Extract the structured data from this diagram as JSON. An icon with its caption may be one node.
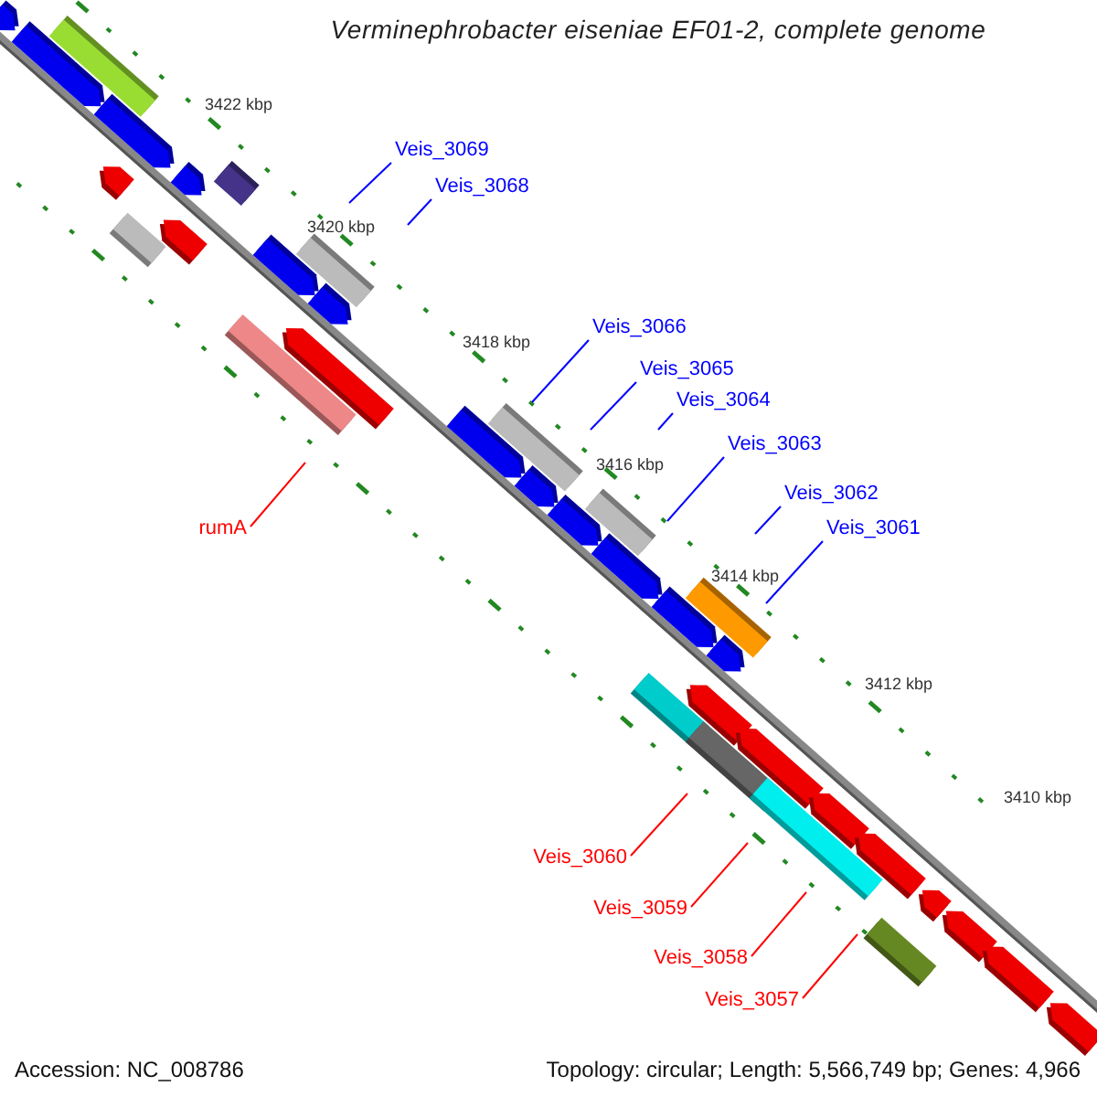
{
  "diagram": {
    "title": "Verminephrobacter eiseniae EF01-2, complete genome",
    "nodes": [
      {
        "text": [
          "Veis_3069"
        ]
      },
      {
        "text": [
          "Veis_3068"
        ]
      },
      {
        "text": [
          "Veis_3066"
        ]
      },
      {
        "text": [
          "Veis_3065"
        ]
      },
      {
        "text": [
          "Veis_3064"
        ]
      },
      {
        "text": [
          "Veis_3063"
        ]
      },
      {
        "text": [
          "Veis_3062"
        ]
      },
      {
        "text": [
          "Veis_3061"
        ]
      },
      {
        "text": [
          "rumA"
        ]
      },
      {
        "text": [
          "Veis_3060"
        ]
      },
      {
        "text": [
          "Veis_3059"
        ]
      },
      {
        "text": [
          "Veis_3058"
        ]
      },
      {
        "text": [
          "Veis_3057"
        ]
      }
    ],
    "edges": [
      {
        "from": 0,
        "to": null,
        "arrow": "none"
      },
      {
        "from": 1,
        "to": null,
        "arrow": "none"
      },
      {
        "from": 2,
        "to": null,
        "arrow": "none"
      },
      {
        "from": 3,
        "to": null,
        "arrow": "none"
      },
      {
        "from": 4,
        "to": null,
        "arrow": "none"
      },
      {
        "from": 5,
        "to": null,
        "arrow": "none"
      },
      {
        "from": 6,
        "to": null,
        "arrow": "none"
      },
      {
        "from": 7,
        "to": null,
        "arrow": "none"
      },
      {
        "from": 8,
        "to": null,
        "arrow": "none",
        "color": "#ff0000"
      },
      {
        "from": 9,
        "to": null,
        "arrow": "none",
        "color": "#ff0000"
      },
      {
        "from": 10,
        "to": null,
        "arrow": "none",
        "color": "#ff0000"
      },
      {
        "from": 11,
        "to": null,
        "arrow": "none",
        "color": "#ff0000"
      },
      {
        "from": 12,
        "to": null,
        "arrow": "none",
        "color": "#ff0000"
      }
    ],
    "labels": [
      "3422 kbp",
      "3420 kbp",
      "3418 kbp",
      "3416 kbp",
      "3414 kbp",
      "3412 kbp",
      "3410 kbp",
      "Accession: NC_008786",
      "Topology: circular; Length: 5,566,749 bp; Genes: 4,966"
    ]
  }
}
